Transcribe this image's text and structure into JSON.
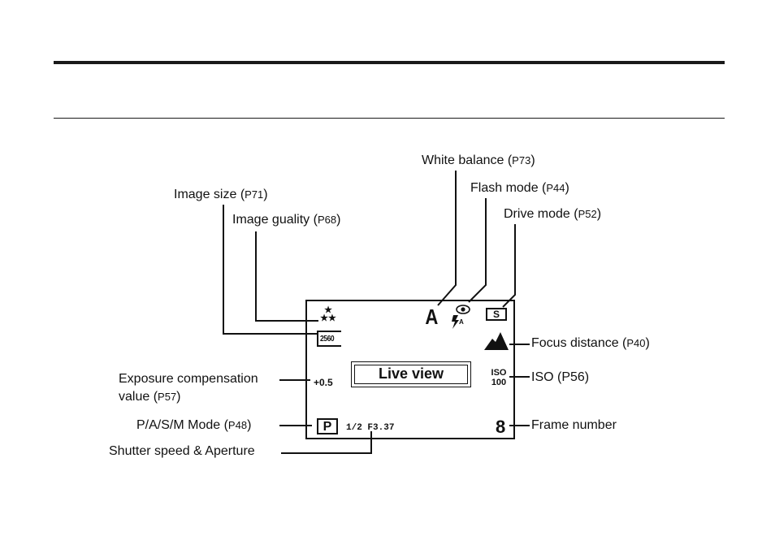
{
  "labels": {
    "white_balance": {
      "text": "White balance (",
      "page": "P73",
      "close": ")"
    },
    "flash_mode": {
      "text": "Flash mode (",
      "page": "P44",
      "close": ")"
    },
    "drive_mode": {
      "text": "Drive mode (",
      "page": "P52",
      "close": ")"
    },
    "image_size": {
      "text": "Image size (",
      "page": "P71",
      "close": ")"
    },
    "image_quality": {
      "text": "Image guality (",
      "page": "P68",
      "close": ")"
    },
    "focus_distance": {
      "text": "Focus distance (",
      "page": "P40",
      "close": ")"
    },
    "iso": {
      "text": "ISO (P56)"
    },
    "exposure_line1": "Exposure compensation",
    "exposure_line2": "value (",
    "exposure_page": "P57",
    "exposure_close": ")",
    "psam_mode": {
      "text": "P/A/S/M Mode (",
      "page": "P48",
      "close": ")"
    },
    "frame_number": "Frame number",
    "shutter_aperture": "Shutter speed & Aperture"
  },
  "screen": {
    "quality_stars": "★\n★★",
    "image_size_value": "2560",
    "white_balance_value": "A",
    "flash_icon": "red-eye-auto-flash-icon",
    "drive_value": "S",
    "focus_icon": "mountain-icon",
    "ev_value": "+0.5",
    "live_view": "Live view",
    "iso_line1": "ISO",
    "iso_line2": "100",
    "mode_value": "P",
    "shutter_value": "1/2",
    "aperture_value": "F3.37",
    "frame_value": "8"
  }
}
